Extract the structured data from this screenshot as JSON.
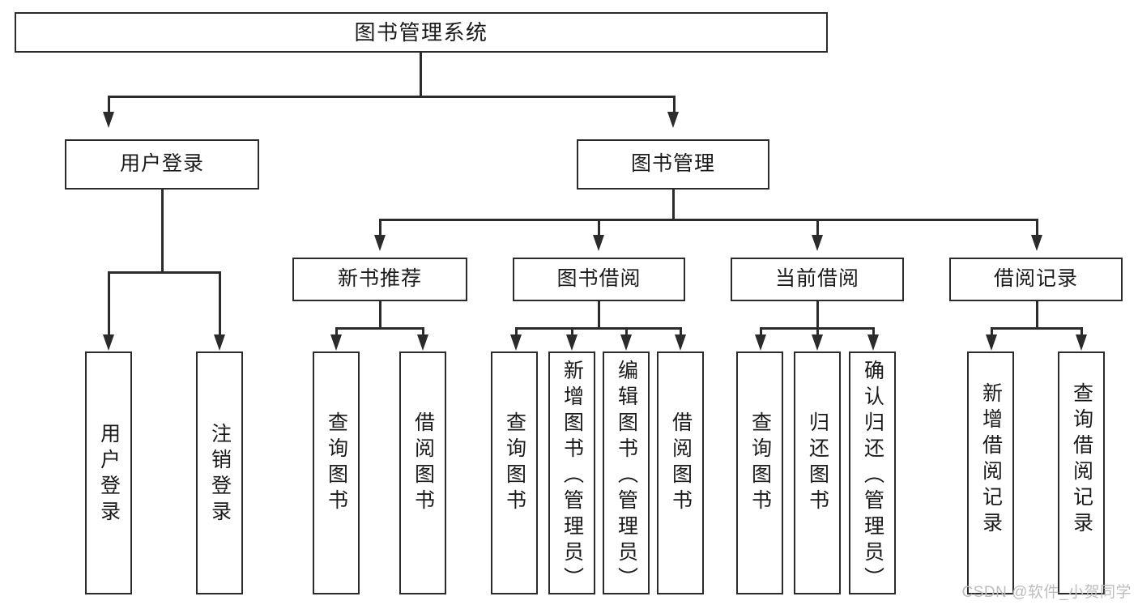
{
  "diagram": {
    "type": "tree",
    "title": "图书管理系统",
    "watermark": "CSDN @软件_小贺同学",
    "colors": {
      "background": "#ffffff",
      "stroke": "#2b2b2b",
      "text": "#1a1a1a",
      "watermark": "#bdbdbd"
    },
    "root": {
      "label": "图书管理系统"
    },
    "level2": [
      {
        "label": "用户登录"
      },
      {
        "label": "图书管理"
      }
    ],
    "level3": [
      {
        "label": "新书推荐"
      },
      {
        "label": "图书借阅"
      },
      {
        "label": "当前借阅"
      },
      {
        "label": "借阅记录"
      }
    ],
    "leaves": {
      "user_login": [
        {
          "label": "用户登录"
        },
        {
          "label": "注销登录"
        }
      ],
      "new_book": [
        {
          "label": "查询图书"
        },
        {
          "label": "借阅图书"
        }
      ],
      "borrow": [
        {
          "label": "查询图书"
        },
        {
          "label": "新增图书（管理员）"
        },
        {
          "label": "编辑图书（管理员）"
        },
        {
          "label": "借阅图书"
        }
      ],
      "current": [
        {
          "label": "查询图书"
        },
        {
          "label": "归还图书"
        },
        {
          "label": "确认归还（管理员）"
        }
      ],
      "records": [
        {
          "label": "新增借阅记录"
        },
        {
          "label": "查询借阅记录"
        }
      ]
    }
  }
}
